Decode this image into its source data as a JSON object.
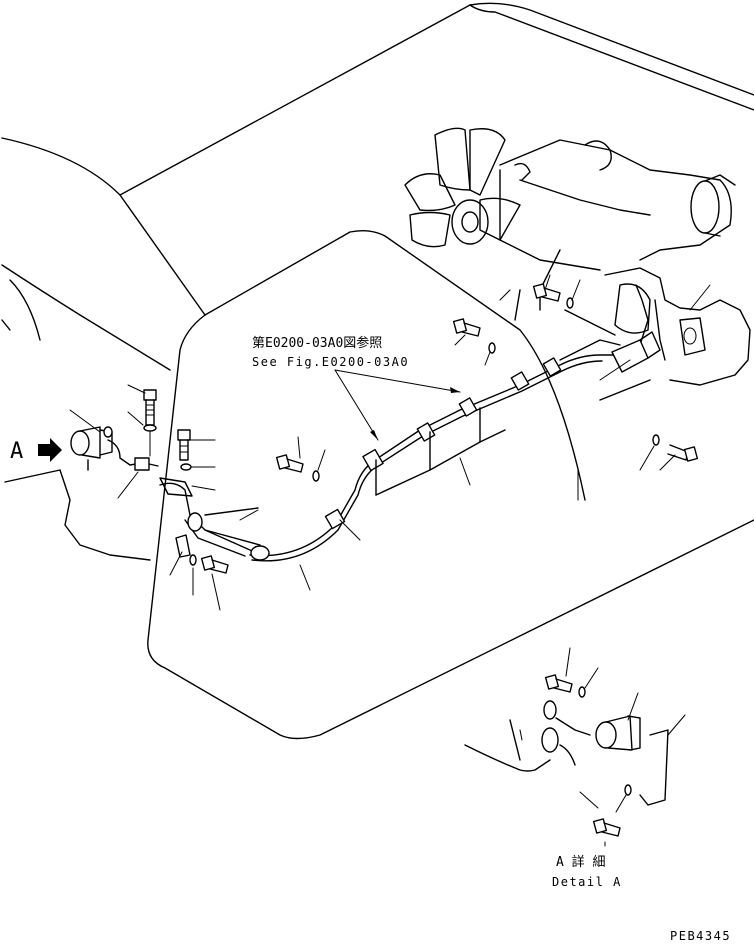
{
  "labels": {
    "view_marker": "A",
    "ref_jp": "第E0200-03A0図参照",
    "ref_en": "See Fig.E0200-03A0",
    "detail_jp": "A 詳 細",
    "detail_en": "Detail A",
    "drawing_code": "PEB4345"
  }
}
